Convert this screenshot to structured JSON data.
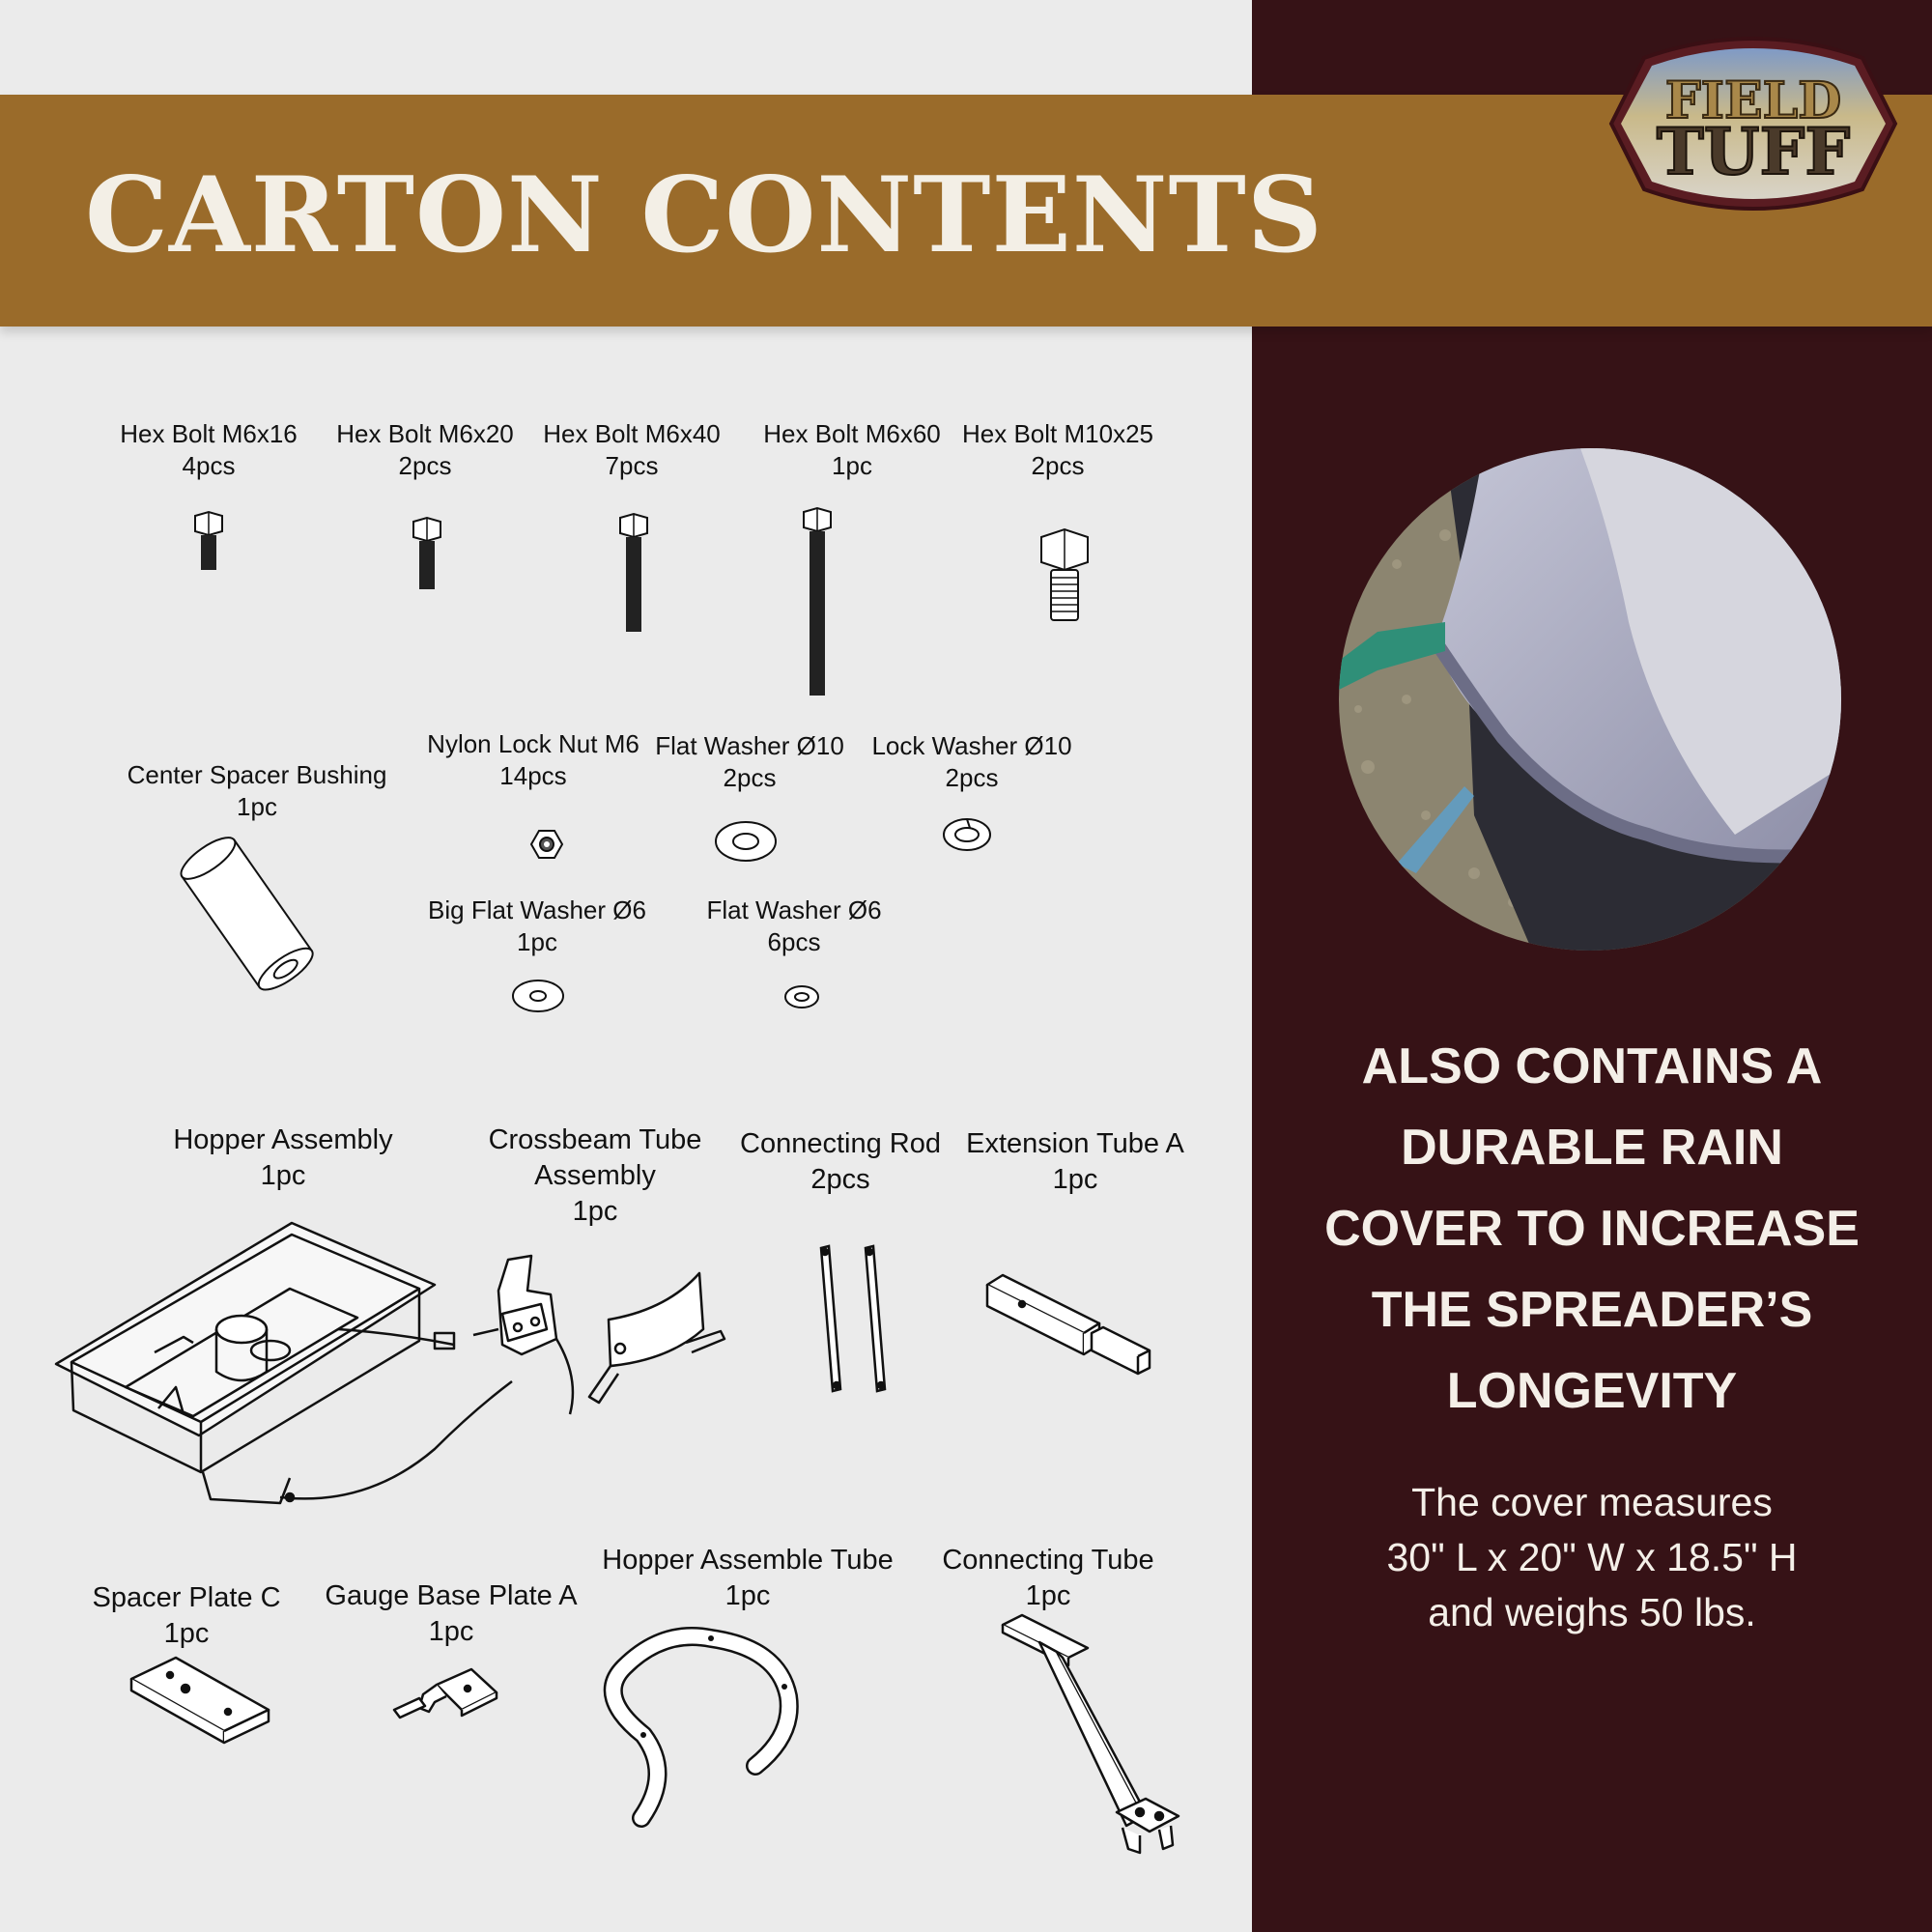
{
  "banner": {
    "title": "CARTON CONTENTS"
  },
  "logo": {
    "line1": "FIELD",
    "line2": "TUFF"
  },
  "parts": {
    "hex_bolt_m6x16": {
      "name": "Hex Bolt M6x16",
      "qty": "4pcs"
    },
    "hex_bolt_m6x20": {
      "name": "Hex Bolt M6x20",
      "qty": "2pcs"
    },
    "hex_bolt_m6x40": {
      "name": "Hex Bolt M6x40",
      "qty": "7pcs"
    },
    "hex_bolt_m6x60": {
      "name": "Hex Bolt M6x60",
      "qty": "1pc"
    },
    "hex_bolt_m10x25": {
      "name": "Hex Bolt M10x25",
      "qty": "2pcs"
    },
    "center_spacer_bushing": {
      "name": "Center Spacer Bushing",
      "qty": "1pc"
    },
    "nylon_lock_nut_m6": {
      "name": "Nylon Lock Nut M6",
      "qty": "14pcs"
    },
    "flat_washer_10": {
      "name": "Flat Washer Ø10",
      "qty": "2pcs"
    },
    "lock_washer_10": {
      "name": "Lock Washer Ø10",
      "qty": "2pcs"
    },
    "big_flat_washer_6": {
      "name": "Big Flat Washer Ø6",
      "qty": "1pc"
    },
    "flat_washer_6": {
      "name": "Flat Washer Ø6",
      "qty": "6pcs"
    },
    "hopper_assembly": {
      "name": "Hopper Assembly",
      "qty": "1pc"
    },
    "crossbeam_tube_assembly": {
      "name_line1": "Crossbeam Tube",
      "name_line2": "Assembly",
      "qty": "1pc"
    },
    "connecting_rod": {
      "name": "Connecting Rod",
      "qty": "2pcs"
    },
    "extension_tube_a": {
      "name": "Extension Tube A",
      "qty": "1pc"
    },
    "spacer_plate_c": {
      "name": "Spacer Plate C",
      "qty": "1pc"
    },
    "gauge_base_plate_a": {
      "name": "Gauge Base Plate A",
      "qty": "1pc"
    },
    "hopper_assemble_tube": {
      "name": "Hopper Assemble Tube",
      "qty": "1pc"
    },
    "connecting_tube": {
      "name": "Connecting Tube",
      "qty": "1pc"
    }
  },
  "promo": {
    "heading_lines": [
      "ALSO CONTAINS A",
      "DURABLE RAIN",
      "COVER TO INCREASE",
      "THE SPREADER’S",
      "LONGEVITY"
    ],
    "body_lines": [
      "The cover measures",
      "30\" L x 20\" W x 18.5\" H",
      "and weighs 50 lbs."
    ]
  },
  "colors": {
    "banner": "#9a6b2a",
    "right_panel": "#361216",
    "left_panel": "#ebebeb",
    "promo_text": "#f4efe8"
  }
}
